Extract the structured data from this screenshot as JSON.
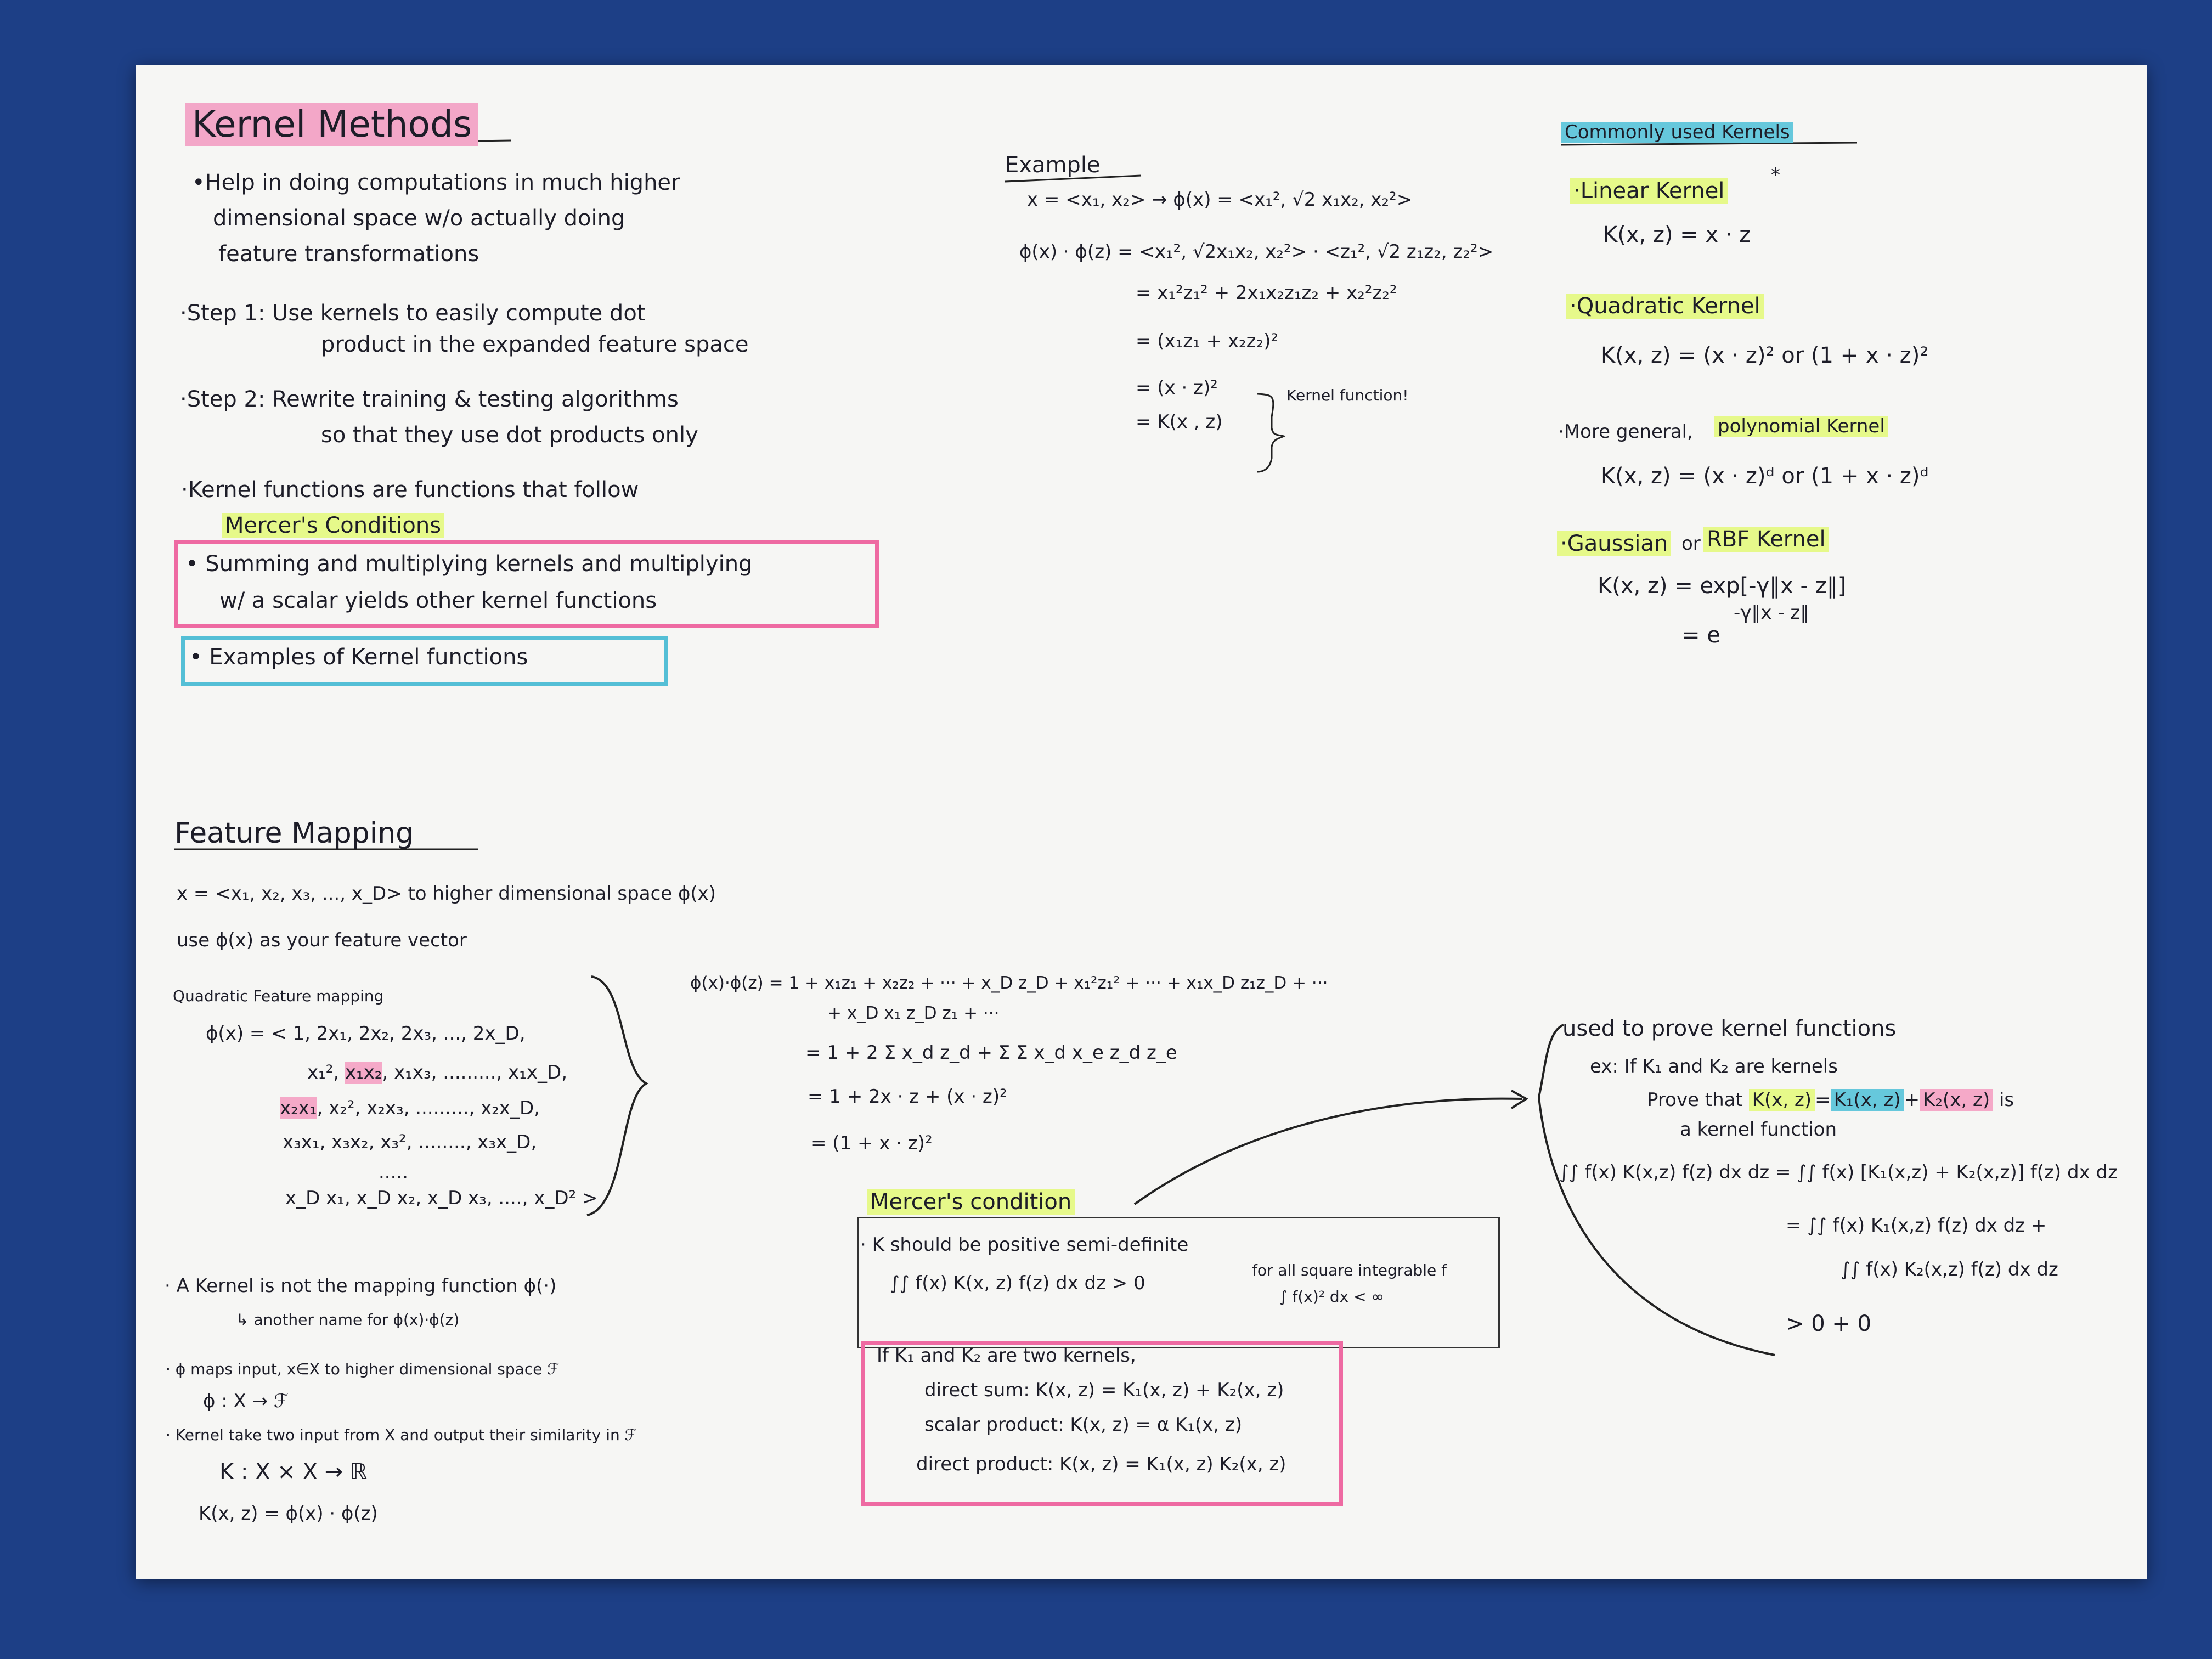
{
  "colors": {
    "background": "#1d3f86",
    "paper": "#f6f6f4",
    "pink": "#f5a9c8",
    "yellow": "#e6f98a",
    "cyan": "#66c8dc"
  },
  "title": "Kernel Methods",
  "intro": {
    "bullet1": [
      "•Help in doing computations in much higher",
      "dimensional space w/o actually doing",
      "feature transformations"
    ],
    "step1": [
      "·Step 1: Use kernels to easily compute dot",
      "product in the expanded feature space"
    ],
    "step2": [
      "·Step 2: Rewrite training & testing algorithms",
      "so that they use dot products only"
    ],
    "kernel_functions": "·Kernel functions are functions that follow",
    "mercers_conditions": "Mercer's Conditions",
    "summing": [
      "• Summing and multiplying kernels and multiplying",
      "w/ a scalar yields other kernel functions"
    ],
    "examples": "• Examples of Kernel functions"
  },
  "example": {
    "heading": "Example",
    "line1": "x = <x₁, x₂> → ϕ(x) = <x₁², √2 x₁x₂, x₂²>",
    "line2": "ϕ(x) · ϕ(z) = <x₁², √2x₁x₂, x₂²> · <z₁², √2 z₁z₂, z₂²>",
    "line3": "= x₁²z₁² + 2x₁x₂z₁z₂ + x₂²z₂²",
    "line4": "= (x₁z₁ + x₂z₂)²",
    "line5": "= (x · z)²",
    "line6": "= K(x , z)",
    "note": "Kernel function!"
  },
  "common": {
    "heading": "Commonly used Kernels",
    "linear": "·Linear Kernel",
    "star": "*",
    "linear_eq": "K(x, z) = x · z",
    "quadratic": "·Quadratic Kernel",
    "quadratic_eq": "K(x, z) = (x · z)²   or   (1 + x · z)²",
    "general_prefix": "·More general,",
    "general": "polynomial Kernel",
    "general_eq": "K(x, z) = (x · z)ᵈ   or   (1 + x · z)ᵈ",
    "gaussian": "·Gaussian",
    "or": "or",
    "rbf": "RBF Kernel",
    "gaussian_eq1": "K(x, z) = exp[-γ‖x - z‖]",
    "gaussian_eq2": "= e",
    "gaussian_exp": "-γ‖x - z‖"
  },
  "feature": {
    "heading": "Feature Mapping",
    "line1": "x = <x₁, x₂, x₃, ..., x_D>  to higher dimensional space ϕ(x)",
    "line2": "use ϕ(x) as your feature vector",
    "quad_title": "Quadratic Feature mapping",
    "q1": "ϕ(x) = < 1, 2x₁, 2x₂, 2x₃, ..., 2x_D,",
    "q2_a": "x₁²,",
    "q2_b": "x₁x₂",
    "q2_c": ", x₁x₃, ........., x₁x_D,",
    "q3_a": "x₂x₁",
    "q3_b": ", x₂², x₂x₃, ........., x₂x_D,",
    "q4": "x₃x₁, x₃x₂, x₃², ........, x₃x_D,",
    "q5": ".....",
    "q6": "x_D x₁, x_D x₂, x_D x₃, ...., x_D² >",
    "dot1": "ϕ(x)·ϕ(z) = 1 + x₁z₁ + x₂z₂ + ··· + x_D z_D + x₁²z₁² + ··· + x₁x_D z₁z_D + ···",
    "dot1b": "+ x_D x₁ z_D z₁ + ···",
    "dot2": "= 1 + 2 Σ x_d z_d + Σ Σ x_d x_e z_d z_e",
    "dot3": "= 1 + 2x · z + (x · z)²",
    "dot4": "= (1 + x · z)²",
    "note1": "· A Kernel is not the mapping function ϕ(·)",
    "note1b": "↳ another name for ϕ(x)·ϕ(z)",
    "note2": "· ϕ maps input, x∈X to higher dimensional space ℱ",
    "note2b": "ϕ : X → ℱ",
    "note3": "· Kernel take two input from X and output their similarity in ℱ",
    "note3b": "K : X × X → ℝ",
    "note3c": "K(x, z) = ϕ(x) · ϕ(z)"
  },
  "mercer": {
    "heading": "Mercer's condition",
    "line1": "· K should be positive semi-definite",
    "line2": "∫∫ f(x) K(x, z) f(z) dx dz > 0",
    "side1": "for all square integrable f",
    "side2": "∫ f(x)² dx < ∞",
    "p0": "If K₁ and K₂ are two kernels,",
    "p1": "direct sum: K(x, z) = K₁(x, z) + K₂(x, z)",
    "p2": "scalar product: K(x, z) = α K₁(x, z)",
    "p3": "direct product: K(x, z) = K₁(x, z) K₂(x, z)"
  },
  "proof": {
    "line1": "used to prove kernel functions",
    "line2": "ex: If K₁ and K₂ are kernels",
    "prove": "Prove that",
    "k": "K(x, z)",
    "eq": "=",
    "k1": "K₁(x, z)",
    "plus": "+",
    "k2": "K₂(x, z)",
    "is": "is",
    "line4": "a kernel function",
    "int1": "∫∫ f(x) K(x,z) f(z) dx dz = ∫∫ f(x) [K₁(x,z) + K₂(x,z)] f(z) dx dz",
    "int2": "= ∫∫ f(x) K₁(x,z) f(z) dx dz  +",
    "int3": "∫∫ f(x) K₂(x,z) f(z) dx dz",
    "result": "> 0 + 0"
  }
}
